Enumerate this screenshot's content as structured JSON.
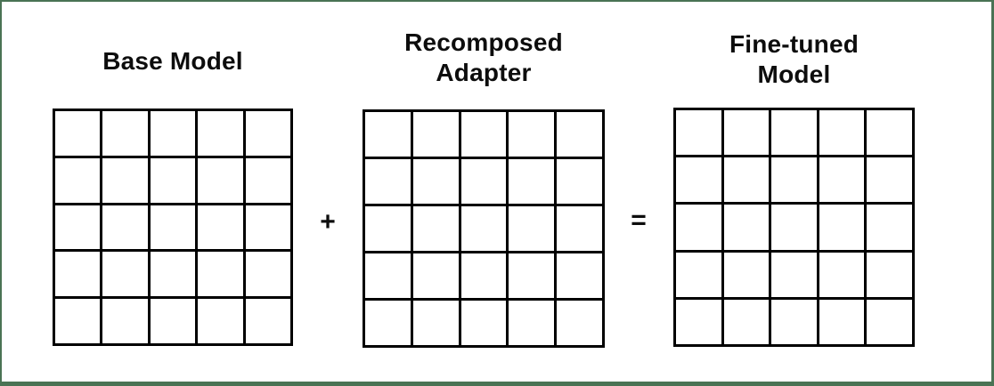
{
  "diagram": {
    "panels": [
      {
        "id": "base-model",
        "title": "Base Model",
        "rows": 5,
        "cols": 5
      },
      {
        "id": "recomposed-adapter",
        "title": "Recomposed\nAdapter",
        "rows": 5,
        "cols": 5
      },
      {
        "id": "fine-tuned-model",
        "title": "Fine-tuned\nModel",
        "rows": 5,
        "cols": 5
      }
    ],
    "operators": [
      {
        "id": "plus",
        "symbol": "+"
      },
      {
        "id": "equals",
        "symbol": "="
      }
    ],
    "colors": {
      "frame_border": "#4a7354",
      "grid_line": "#000000",
      "cell_fill": "#ffffff",
      "text": "#0d0d0d",
      "background": "#ffffff"
    }
  }
}
